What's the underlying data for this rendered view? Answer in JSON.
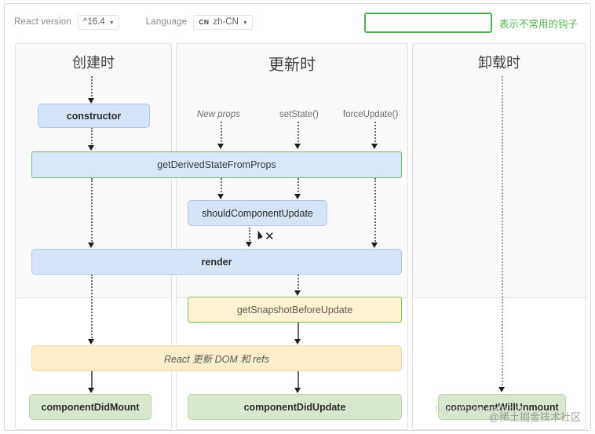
{
  "toolbar": {
    "react_version_label": "React version",
    "react_version_value": "^16.4",
    "language_label": "Language",
    "language_badge": "CN",
    "language_value": "zh-CN",
    "caret": "▼"
  },
  "legend": {
    "text": "表示不常用的钩子",
    "swatch_border_color": "#4caf50",
    "text_color": "#59b359"
  },
  "columns": [
    {
      "id": "mounting",
      "title": "创建时"
    },
    {
      "id": "updating",
      "title": "更新时"
    },
    {
      "id": "unmounting",
      "title": "卸载时"
    }
  ],
  "triggers": [
    {
      "label": "New props",
      "italic": true
    },
    {
      "label": "setState()",
      "italic": false
    },
    {
      "label": "forceUpdate()",
      "italic": false
    }
  ],
  "nodes": {
    "constructor": "constructor",
    "get_derived_state_from_props": "getDerivedStateFromProps",
    "should_component_update": "shouldComponentUpdate",
    "render": "render",
    "get_snapshot_before_update": "getSnapshotBeforeUpdate",
    "react_updates_dom": "React 更新 DOM 和 refs",
    "component_did_mount": "componentDidMount",
    "component_did_update": "componentDidUpdate",
    "component_will_unmount": "componentWillUnmount"
  },
  "markers": {
    "x_mark": "✕"
  },
  "watermarks": {
    "juejin": "@稀土掘金技术社区",
    "csdn": "https://blog.csdn.net"
  },
  "colors": {
    "blue_fill": "#d6e4f7",
    "green_border": "#6cbd6c",
    "yellow_fill": "#fbeec8",
    "green_fill": "#d8e8ce",
    "panel_bg": "#fafafa"
  }
}
